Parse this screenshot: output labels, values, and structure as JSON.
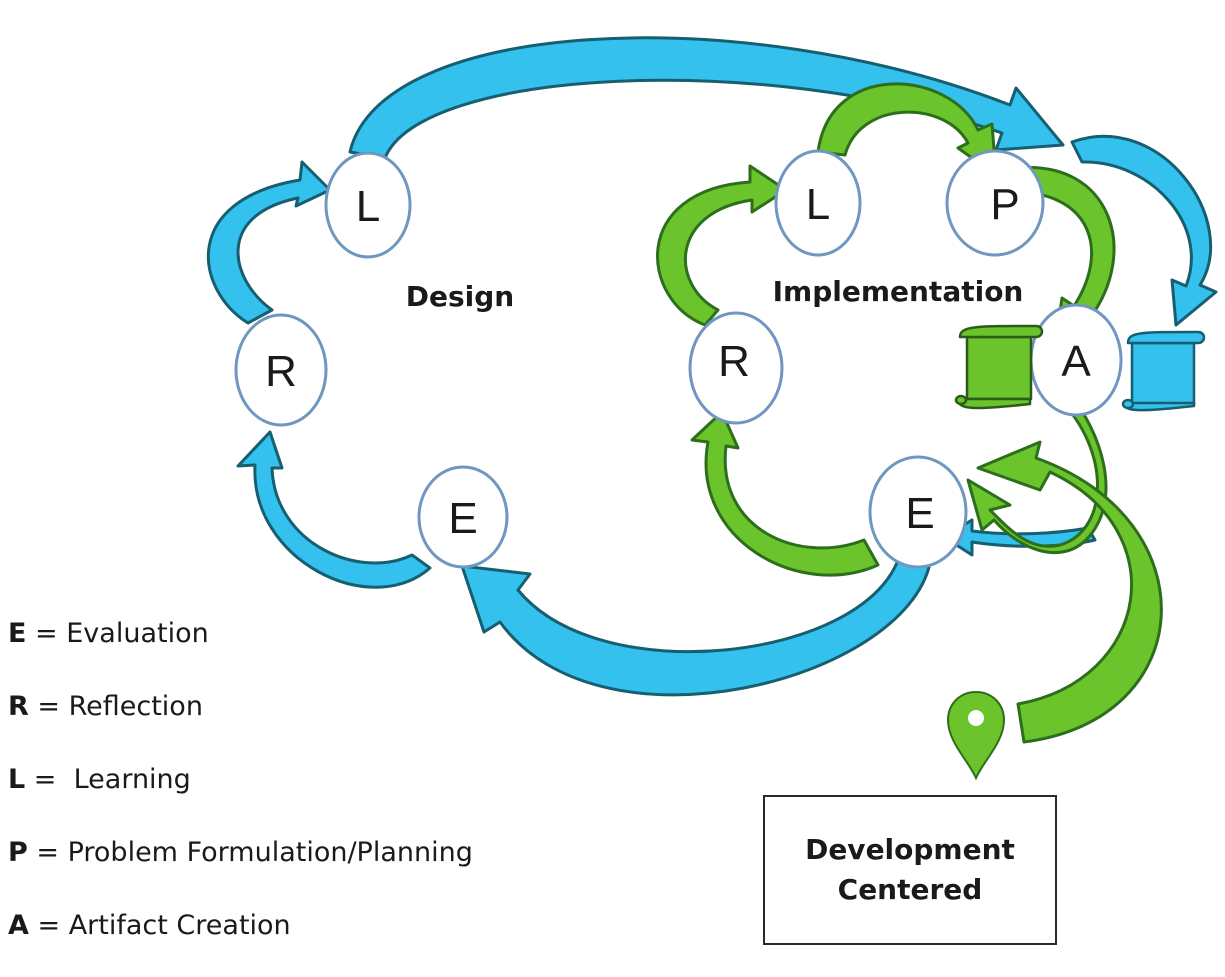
{
  "colors": {
    "blue_fill": "#34c1ee",
    "blue_stroke": "#175f70",
    "green_fill": "#6bc42b",
    "green_stroke": "#2d6e1d",
    "node_stroke": "#6f97c0"
  },
  "design": {
    "title": "Design",
    "nodes": {
      "l": "L",
      "r": "R",
      "e": "E"
    }
  },
  "implementation": {
    "title": "Implementation",
    "nodes": {
      "l": "L",
      "p": "P",
      "r": "R",
      "a": "A",
      "e": "E"
    }
  },
  "legend": [
    {
      "key": "E",
      "sep": " = ",
      "label": "Evaluation"
    },
    {
      "key": "R",
      "sep": " = ",
      "label": "Reflection"
    },
    {
      "key": "L",
      "sep": " =  ",
      "label": "Learning"
    },
    {
      "key": "P",
      "sep": " = ",
      "label": "Problem Formulation/Planning"
    },
    {
      "key": "A",
      "sep": " = ",
      "label": "Artifact Creation"
    }
  ],
  "development": {
    "line1": "Development",
    "line2": "Centered"
  },
  "icons": [
    "scroll-icon-green",
    "scroll-icon-blue",
    "map-pin-icon"
  ]
}
